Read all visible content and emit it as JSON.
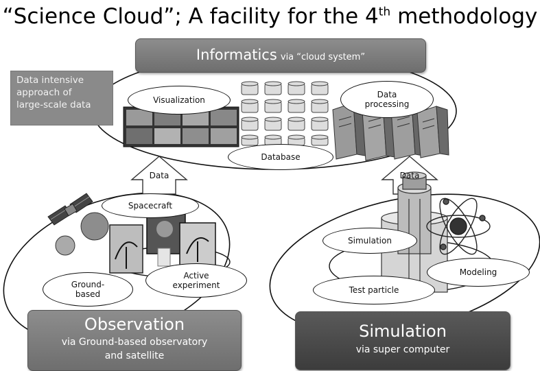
{
  "title": {
    "prefix": "“Science Cloud”; A facility for the 4",
    "sup": "th",
    "suffix": " methodology"
  },
  "informatics": {
    "label": "Informatics",
    "sub": "via “cloud system”"
  },
  "data_intensive_note": [
    "Data intensive",
    "approach of",
    "large-scale data"
  ],
  "cloud_items": {
    "visualization": "Visualization",
    "database": "Database",
    "data_processing": [
      "Data",
      "processing"
    ]
  },
  "arrows": {
    "left": "Data",
    "right": "Data"
  },
  "observation_items": {
    "spacecraft": "Spacecraft",
    "ground_based": [
      "Ground-",
      "based"
    ],
    "active_experiment": [
      "Active",
      "experiment"
    ]
  },
  "simulation_items": {
    "simulation": "Simulation",
    "modeling": "Modeling",
    "test_particle": "Test particle"
  },
  "observation": {
    "label": "Observation",
    "sub1": "via Ground-based observatory",
    "sub2": "and satellite"
  },
  "simulation": {
    "label": "Simulation",
    "sub": "via super computer"
  },
  "icons": [
    "satellite-icon",
    "radar-dish-icon",
    "monitor-wall-icon",
    "database-cylinders-icon",
    "server-tower-icon",
    "atom-icon",
    "tower-icon"
  ]
}
